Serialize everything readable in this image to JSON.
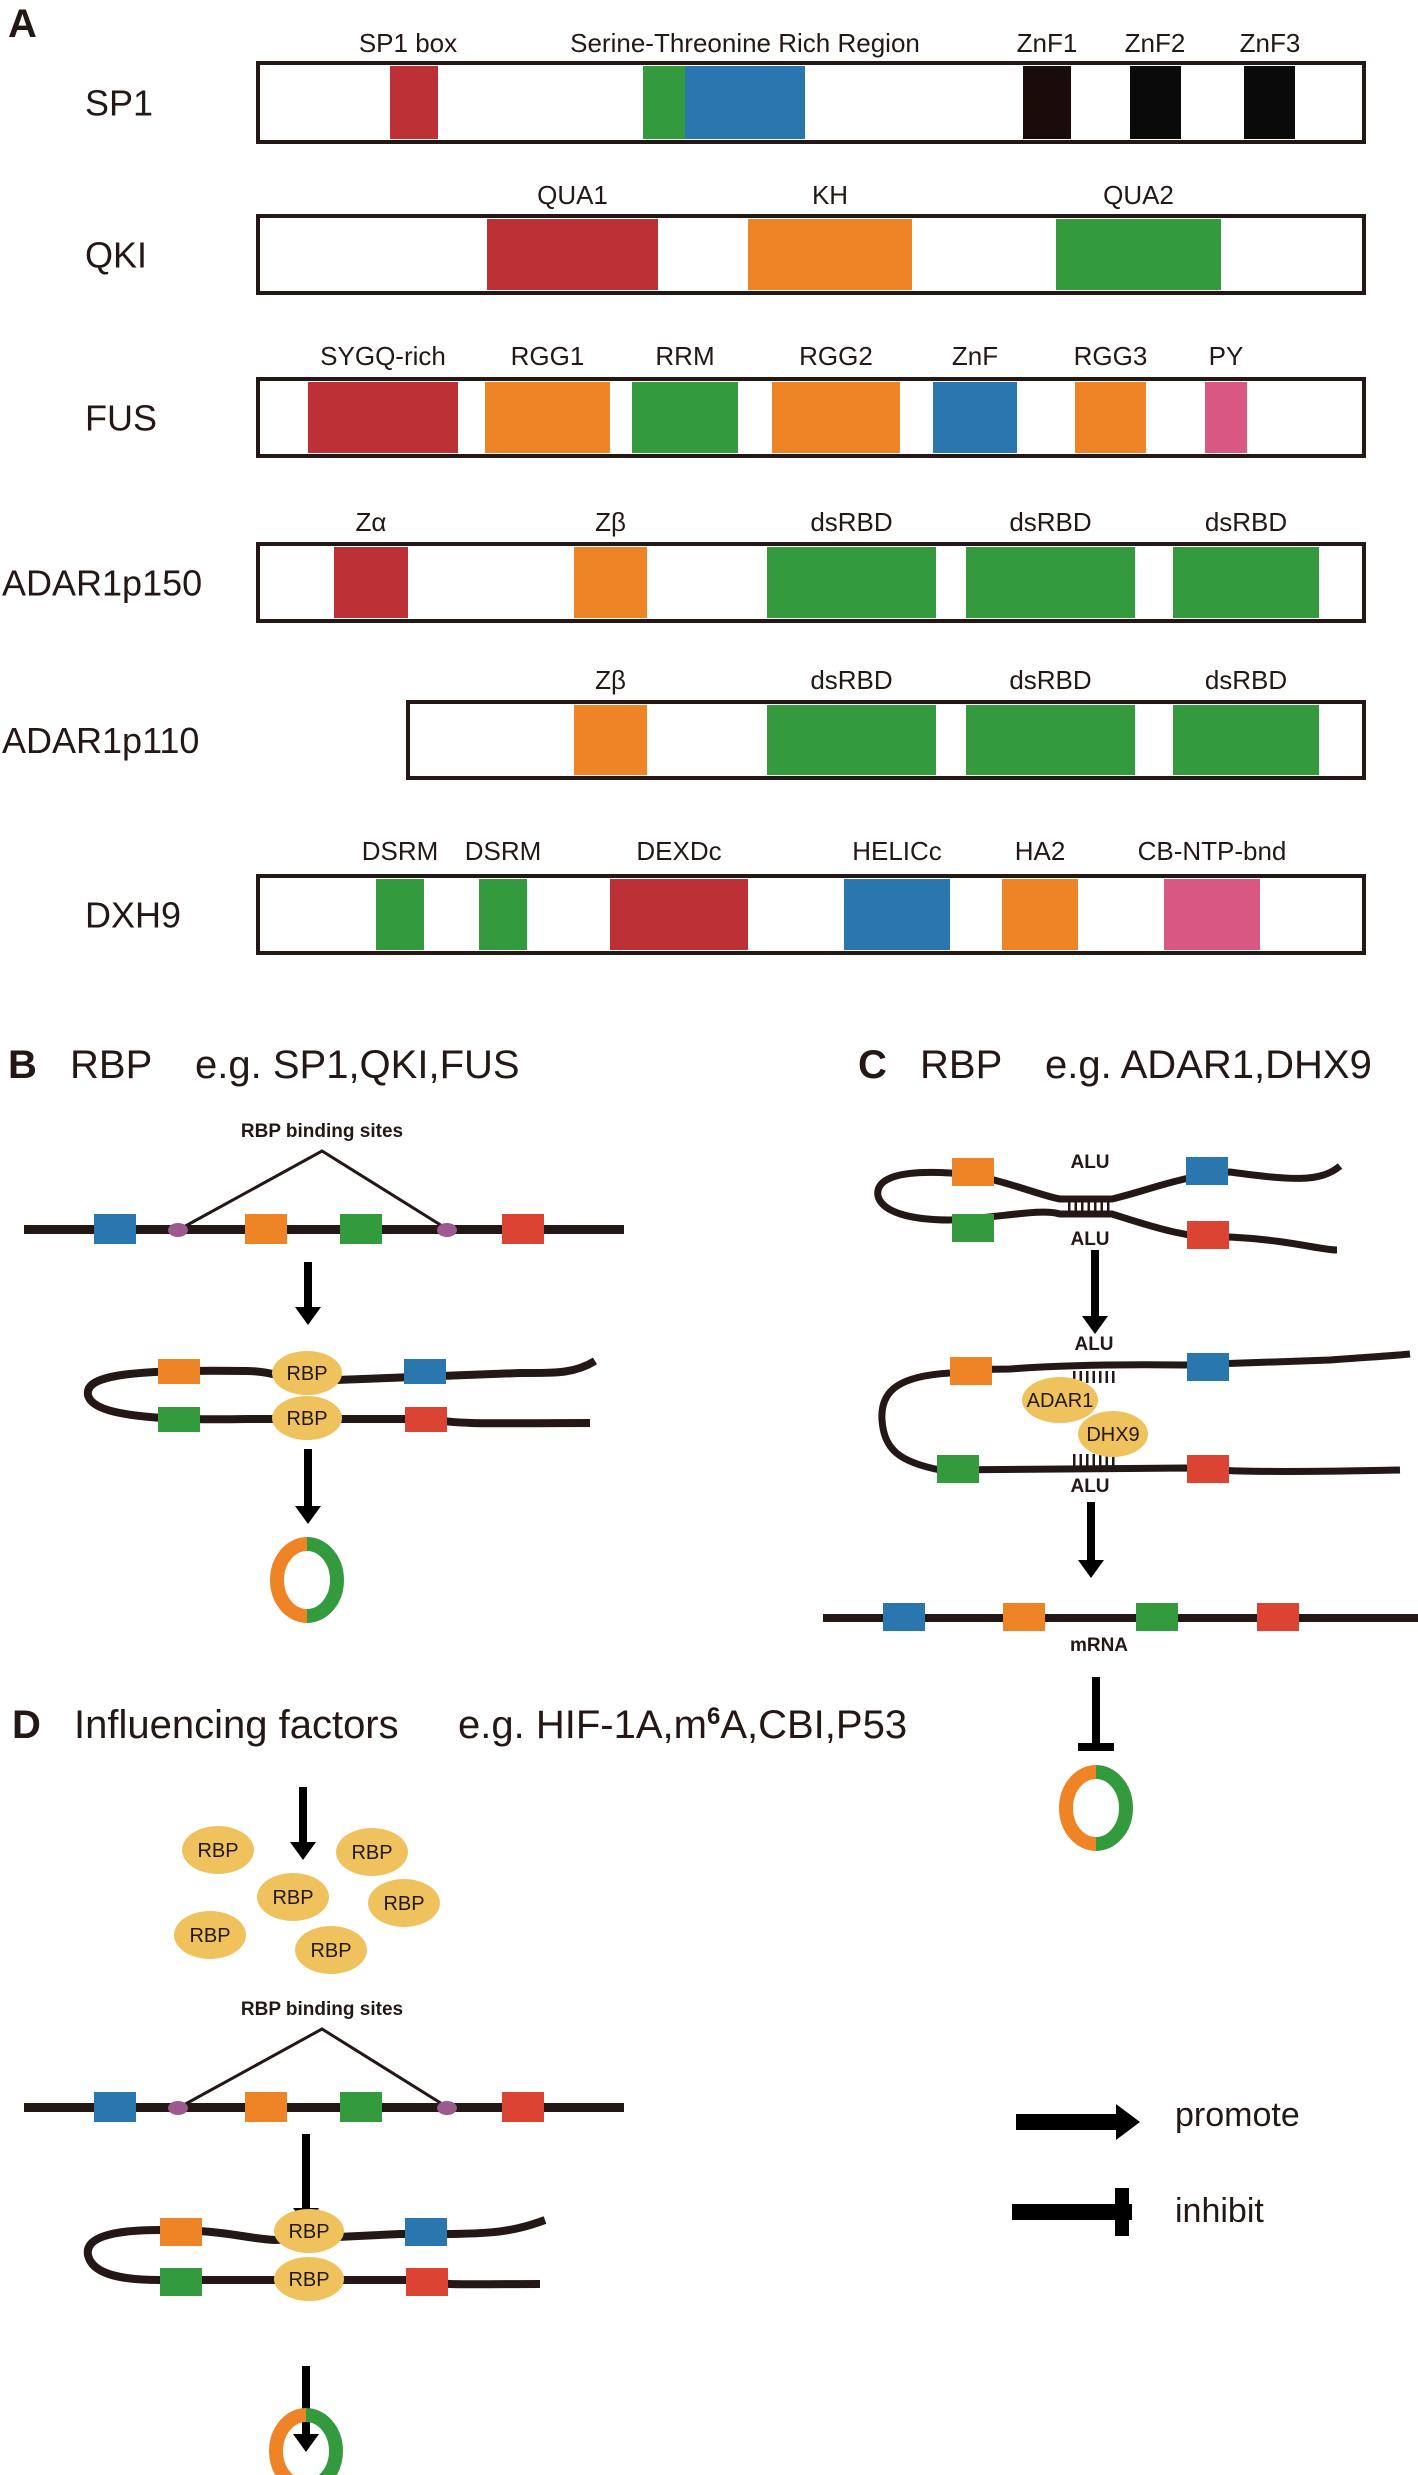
{
  "colors": {
    "red": "#BC3036",
    "orange": "#EE8426",
    "green": "#339A3E",
    "blue": "#2A76AE",
    "pink": "#D85783",
    "black": "#0a0a0a",
    "darkbrown": "#1a0c08",
    "exon_red": "#DB4433",
    "rbp_fill": "#F0C25E",
    "site_purple": "#9B5B8E",
    "line": "#231815"
  },
  "panel_a": {
    "letter": "A",
    "proteins": [
      {
        "name": "SP1",
        "domains": [
          {
            "label": "SP1 box",
            "color": "red"
          },
          {
            "label": "",
            "color": "green"
          },
          {
            "label": "Serine-Threonine Rich Region",
            "color": "blue"
          },
          {
            "label": "ZnF1",
            "color": "darkbrown"
          },
          {
            "label": "ZnF2",
            "color": "black"
          },
          {
            "label": "ZnF3",
            "color": "black"
          }
        ]
      },
      {
        "name": "QKI",
        "domains": [
          {
            "label": "QUA1",
            "color": "red"
          },
          {
            "label": "KH",
            "color": "orange"
          },
          {
            "label": "QUA2",
            "color": "green"
          }
        ]
      },
      {
        "name": "FUS",
        "domains": [
          {
            "label": "SYGQ-rich",
            "color": "red"
          },
          {
            "label": "RGG1",
            "color": "orange"
          },
          {
            "label": "RRM",
            "color": "green"
          },
          {
            "label": "RGG2",
            "color": "orange"
          },
          {
            "label": "ZnF",
            "color": "blue"
          },
          {
            "label": "RGG3",
            "color": "orange"
          },
          {
            "label": "PY",
            "color": "pink"
          }
        ]
      },
      {
        "name": "ADAR1p150",
        "domains": [
          {
            "label": "Zα",
            "color": "red"
          },
          {
            "label": "Zβ",
            "color": "orange"
          },
          {
            "label": "dsRBD",
            "color": "green"
          },
          {
            "label": "dsRBD",
            "color": "green"
          },
          {
            "label": "dsRBD",
            "color": "green"
          }
        ]
      },
      {
        "name": "ADAR1p110",
        "domains": [
          {
            "label": "Zβ",
            "color": "orange"
          },
          {
            "label": "dsRBD",
            "color": "green"
          },
          {
            "label": "dsRBD",
            "color": "green"
          },
          {
            "label": "dsRBD",
            "color": "green"
          }
        ]
      },
      {
        "name": "DXH9",
        "domains": [
          {
            "label": "DSRM",
            "color": "green"
          },
          {
            "label": "DSRM",
            "color": "green"
          },
          {
            "label": "DEXDc",
            "color": "red"
          },
          {
            "label": "HELICc",
            "color": "blue"
          },
          {
            "label": "HA2",
            "color": "orange"
          },
          {
            "label": "CB-NTP-bnd",
            "color": "pink"
          }
        ]
      }
    ]
  },
  "panel_b": {
    "letter": "B",
    "title": "RBP",
    "examples": "e.g. SP1,QKI,FUS",
    "binding_sites_label": "RBP  binding sites",
    "rbp_label": "RBP"
  },
  "panel_c": {
    "letter": "C",
    "title": "RBP",
    "examples": "e.g. ADAR1,DHX9",
    "alu_label": "ALU",
    "adar_label": "ADAR1",
    "dhx_label": "DHX9",
    "mrna_label": "mRNA"
  },
  "panel_d": {
    "letter": "D",
    "title": "Influencing factors",
    "examples_prefix": "e.g. HIF-1A,m",
    "examples_sup": "6",
    "examples_suffix": "A,CBI,P53",
    "binding_sites_label": "RBP  binding sites",
    "rbp_label": "RBP",
    "free_rbp_count": 6
  },
  "legend": {
    "promote": "promote",
    "inhibit": "inhibit"
  }
}
